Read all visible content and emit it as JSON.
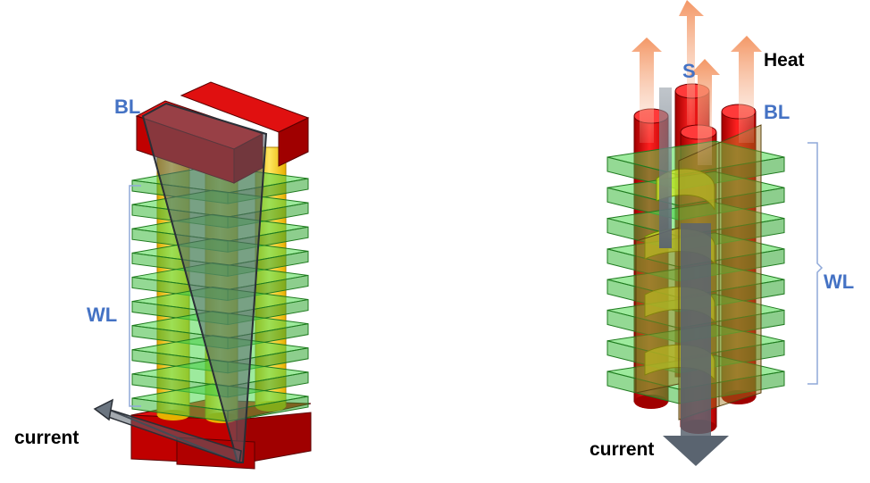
{
  "labels": {
    "left_bl": "BL",
    "left_wl": "WL",
    "left_current": "current",
    "right_sl_partial": "S",
    "right_heat": "Heat",
    "right_bl": "BL",
    "right_wl": "WL",
    "right_current": "current"
  },
  "colors": {
    "bitline_red": "#C00000",
    "plate_green": "#4CD94C",
    "pillar_yellow": "#FFD21E",
    "label_blue": "#4472C4",
    "current_gray": "#5A6470",
    "heat_arrow": "#F4A582",
    "bracket_line": "#8FA9D9"
  },
  "structure": {
    "left_word_line_plates": 10,
    "right_word_line_plates": 8
  }
}
